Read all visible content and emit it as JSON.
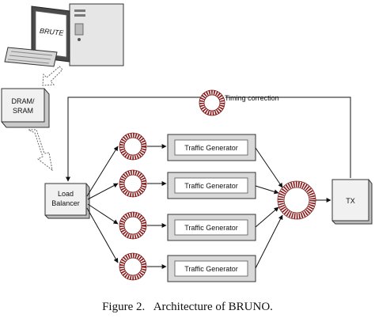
{
  "computer": {
    "screen_text": "BRUTE"
  },
  "memory": {
    "label_line1": "DRAM/",
    "label_line2": "SRAM"
  },
  "load_balancer": {
    "label_line1": "Load",
    "label_line2": "Balancer"
  },
  "traffic_generators": [
    {
      "label": "Traffic Generator"
    },
    {
      "label": "Traffic Generator"
    },
    {
      "label": "Traffic Generator"
    },
    {
      "label": "Traffic Generator"
    }
  ],
  "tx": {
    "label": "TX"
  },
  "feedback": {
    "label": "Timing correction"
  },
  "caption": {
    "figure": "Figure 2.",
    "text": "Architecture of BRUNO."
  }
}
